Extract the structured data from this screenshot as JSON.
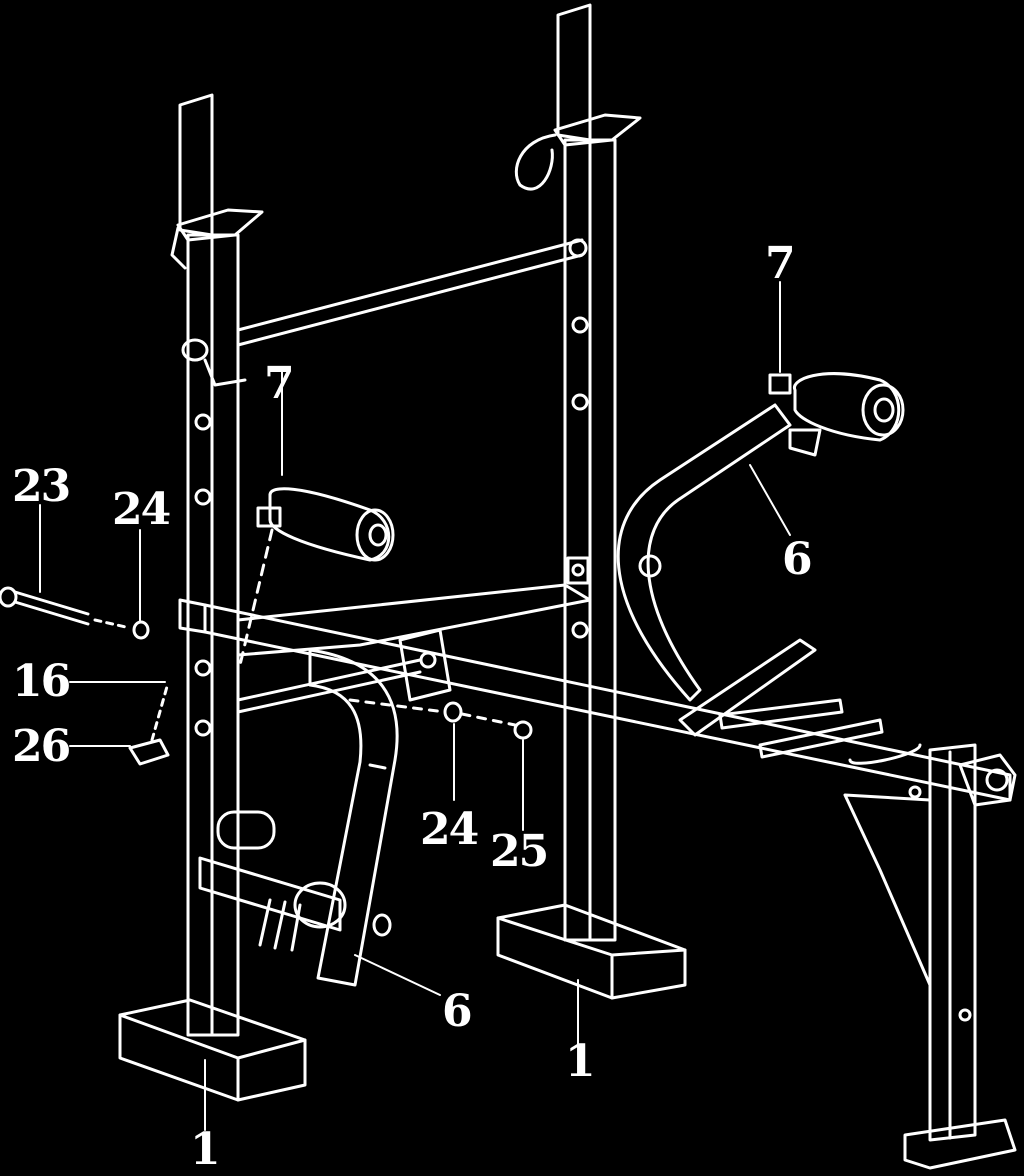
{
  "diagram": {
    "style": "exploded assembly drawing, white line art on black",
    "colors": {
      "background": "#000000",
      "line": "#ffffff"
    },
    "labels": [
      {
        "id": "l1",
        "text": "23"
      },
      {
        "id": "l2",
        "text": "24"
      },
      {
        "id": "l3",
        "text": "16"
      },
      {
        "id": "l4",
        "text": "26"
      },
      {
        "id": "l5",
        "text": "7"
      },
      {
        "id": "l6",
        "text": "7"
      },
      {
        "id": "l7",
        "text": "6"
      },
      {
        "id": "l8",
        "text": "6"
      },
      {
        "id": "l9",
        "text": "24"
      },
      {
        "id": "l10",
        "text": "25"
      },
      {
        "id": "l11",
        "text": "1"
      },
      {
        "id": "l12",
        "text": "1"
      }
    ]
  }
}
